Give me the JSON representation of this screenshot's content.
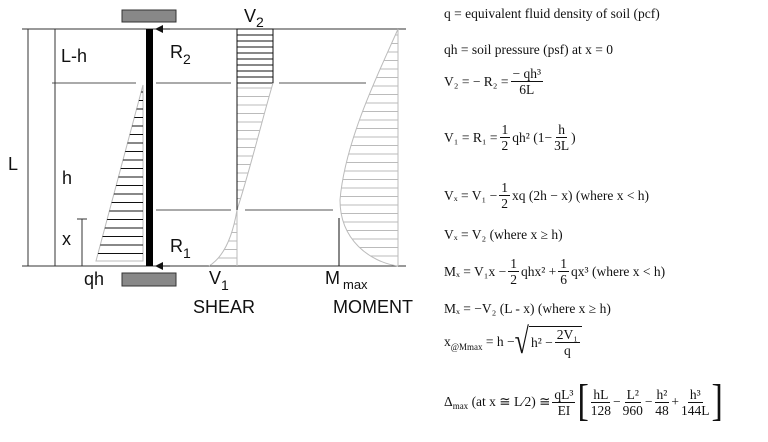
{
  "diagram": {
    "labels": {
      "L": "L",
      "L_minus_h": "L-h",
      "h": "h",
      "x": "x",
      "qh": "qh",
      "R2": "R",
      "R2_sub": "2",
      "R1": "R",
      "R1_sub": "1",
      "V2": "V",
      "V2_sub": "2",
      "V1": "V",
      "V1_sub": "1",
      "Mmax": "M",
      "Mmax_sub": "max",
      "shear": "SHEAR",
      "moment": "MOMENT"
    }
  },
  "equations": {
    "q_def": "q = equivalent fluid density of soil (pcf)",
    "qh_def": "qh = soil pressure (psf) at x = 0",
    "v2": {
      "lhs": "V₂ =   − R₂ =",
      "num": "− qh³",
      "den": "6L"
    },
    "v1": {
      "lhs": "V₁ = R₁ =",
      "num": "1",
      "den": "2",
      "mid": "qh²  (1−",
      "num2": "h",
      "den2": "3L",
      "end": ")"
    },
    "vx1": {
      "lhs": "Vₓ = V₁  −",
      "num": "1",
      "den": "2",
      "rest": "xq (2h − x) (where x < h)"
    },
    "vx2": "Vₓ = V₂ (where x ≥ h)",
    "mx1": {
      "lhs": "Mₓ = V₁x  −",
      "num": "1",
      "den": "2",
      "mid": "qhx² +",
      "num2": "1",
      "den2": "6",
      "rest": "qx³ (where x < h)"
    },
    "mx2": "Mₓ = −V₂ (L - x) (where x ≥ h)",
    "xm": {
      "lhs": "x",
      "sub": "@Mmax",
      "eq": "= h −",
      "in": "h² −",
      "num": "2V₁",
      "den": "q"
    },
    "dmax": {
      "lhs": "Δ",
      "sub": "max",
      "cond": "(at x ≅ L⁄2) ≅",
      "num": "qL³",
      "den": "EI",
      "t1n": "hL",
      "t1d": "128",
      "t2n": "L²",
      "t2d": "960",
      "t3n": "h²",
      "t3d": "48",
      "t4n": "h³",
      "t4d": "144L"
    }
  }
}
